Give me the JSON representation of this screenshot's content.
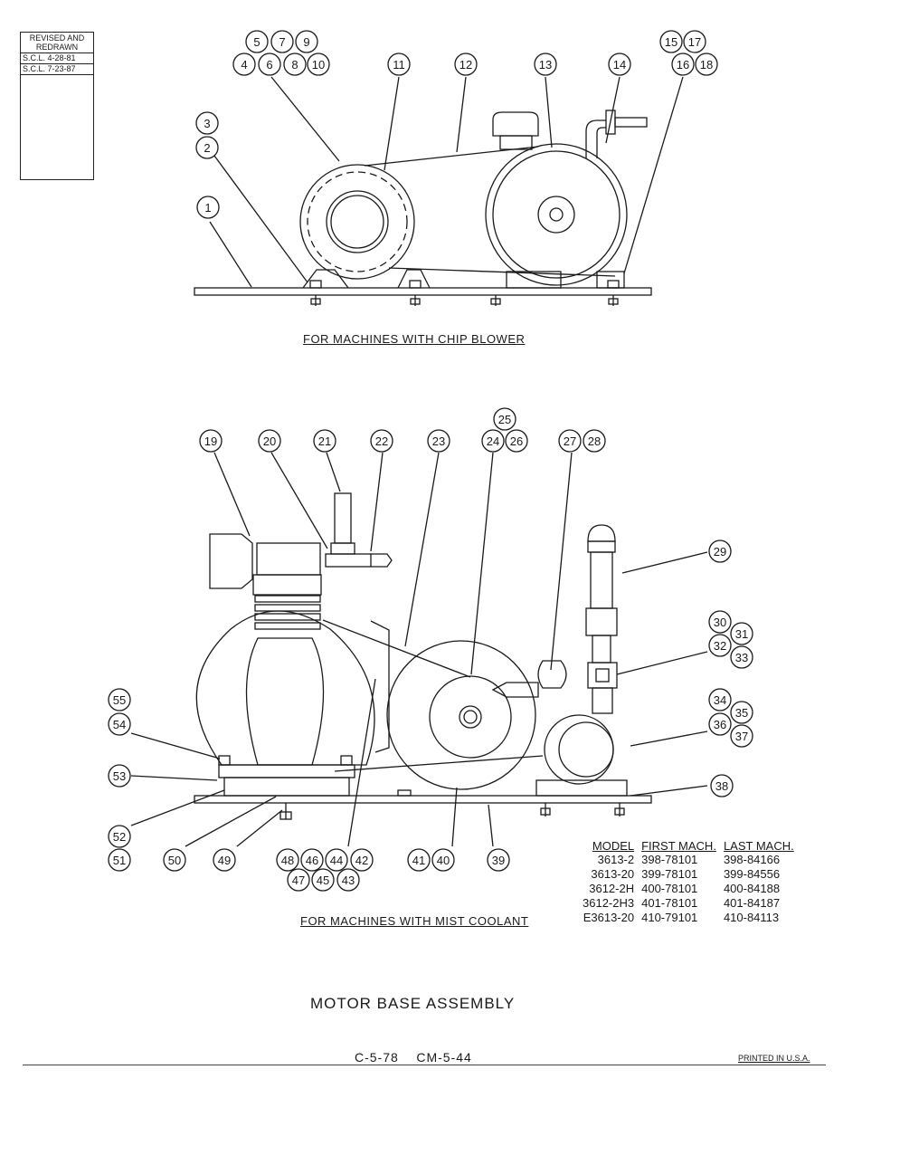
{
  "revision_box": {
    "header": "REVISED AND REDRAWN",
    "rows": [
      "S.C.L. 4-28-81",
      "S.C.L. 7-23-87"
    ]
  },
  "top_view": {
    "caption": "FOR MACHINES WITH CHIP BLOWER",
    "callouts": [
      "1",
      "2",
      "3",
      "4",
      "5",
      "6",
      "7",
      "8",
      "9",
      "10",
      "11",
      "12",
      "13",
      "14",
      "15",
      "16",
      "17",
      "18"
    ]
  },
  "bottom_view": {
    "caption": "FOR MACHINES WITH MIST COOLANT",
    "callouts": [
      "19",
      "20",
      "21",
      "22",
      "23",
      "24",
      "25",
      "26",
      "27",
      "28",
      "29",
      "30",
      "31",
      "32",
      "33",
      "34",
      "35",
      "36",
      "37",
      "38",
      "39",
      "40",
      "41",
      "42",
      "43",
      "44",
      "45",
      "46",
      "47",
      "48",
      "49",
      "50",
      "51",
      "52",
      "53",
      "54",
      "55"
    ]
  },
  "model_table": {
    "headers": [
      "MODEL",
      "FIRST MACH.",
      "LAST MACH."
    ],
    "rows": [
      [
        "3613-2",
        "398-78101",
        "398-84166"
      ],
      [
        "3613-20",
        "399-78101",
        "399-84556"
      ],
      [
        "3612-2H",
        "400-78101",
        "400-84188"
      ],
      [
        "3612-2H3",
        "401-78101",
        "401-84187"
      ],
      [
        "E3613-20",
        "410-79101",
        "410-84113"
      ]
    ]
  },
  "title": "MOTOR BASE ASSEMBLY",
  "footer": {
    "code": "C-5-78    CM-5-44",
    "printed": "PRINTED IN U.S.A."
  }
}
